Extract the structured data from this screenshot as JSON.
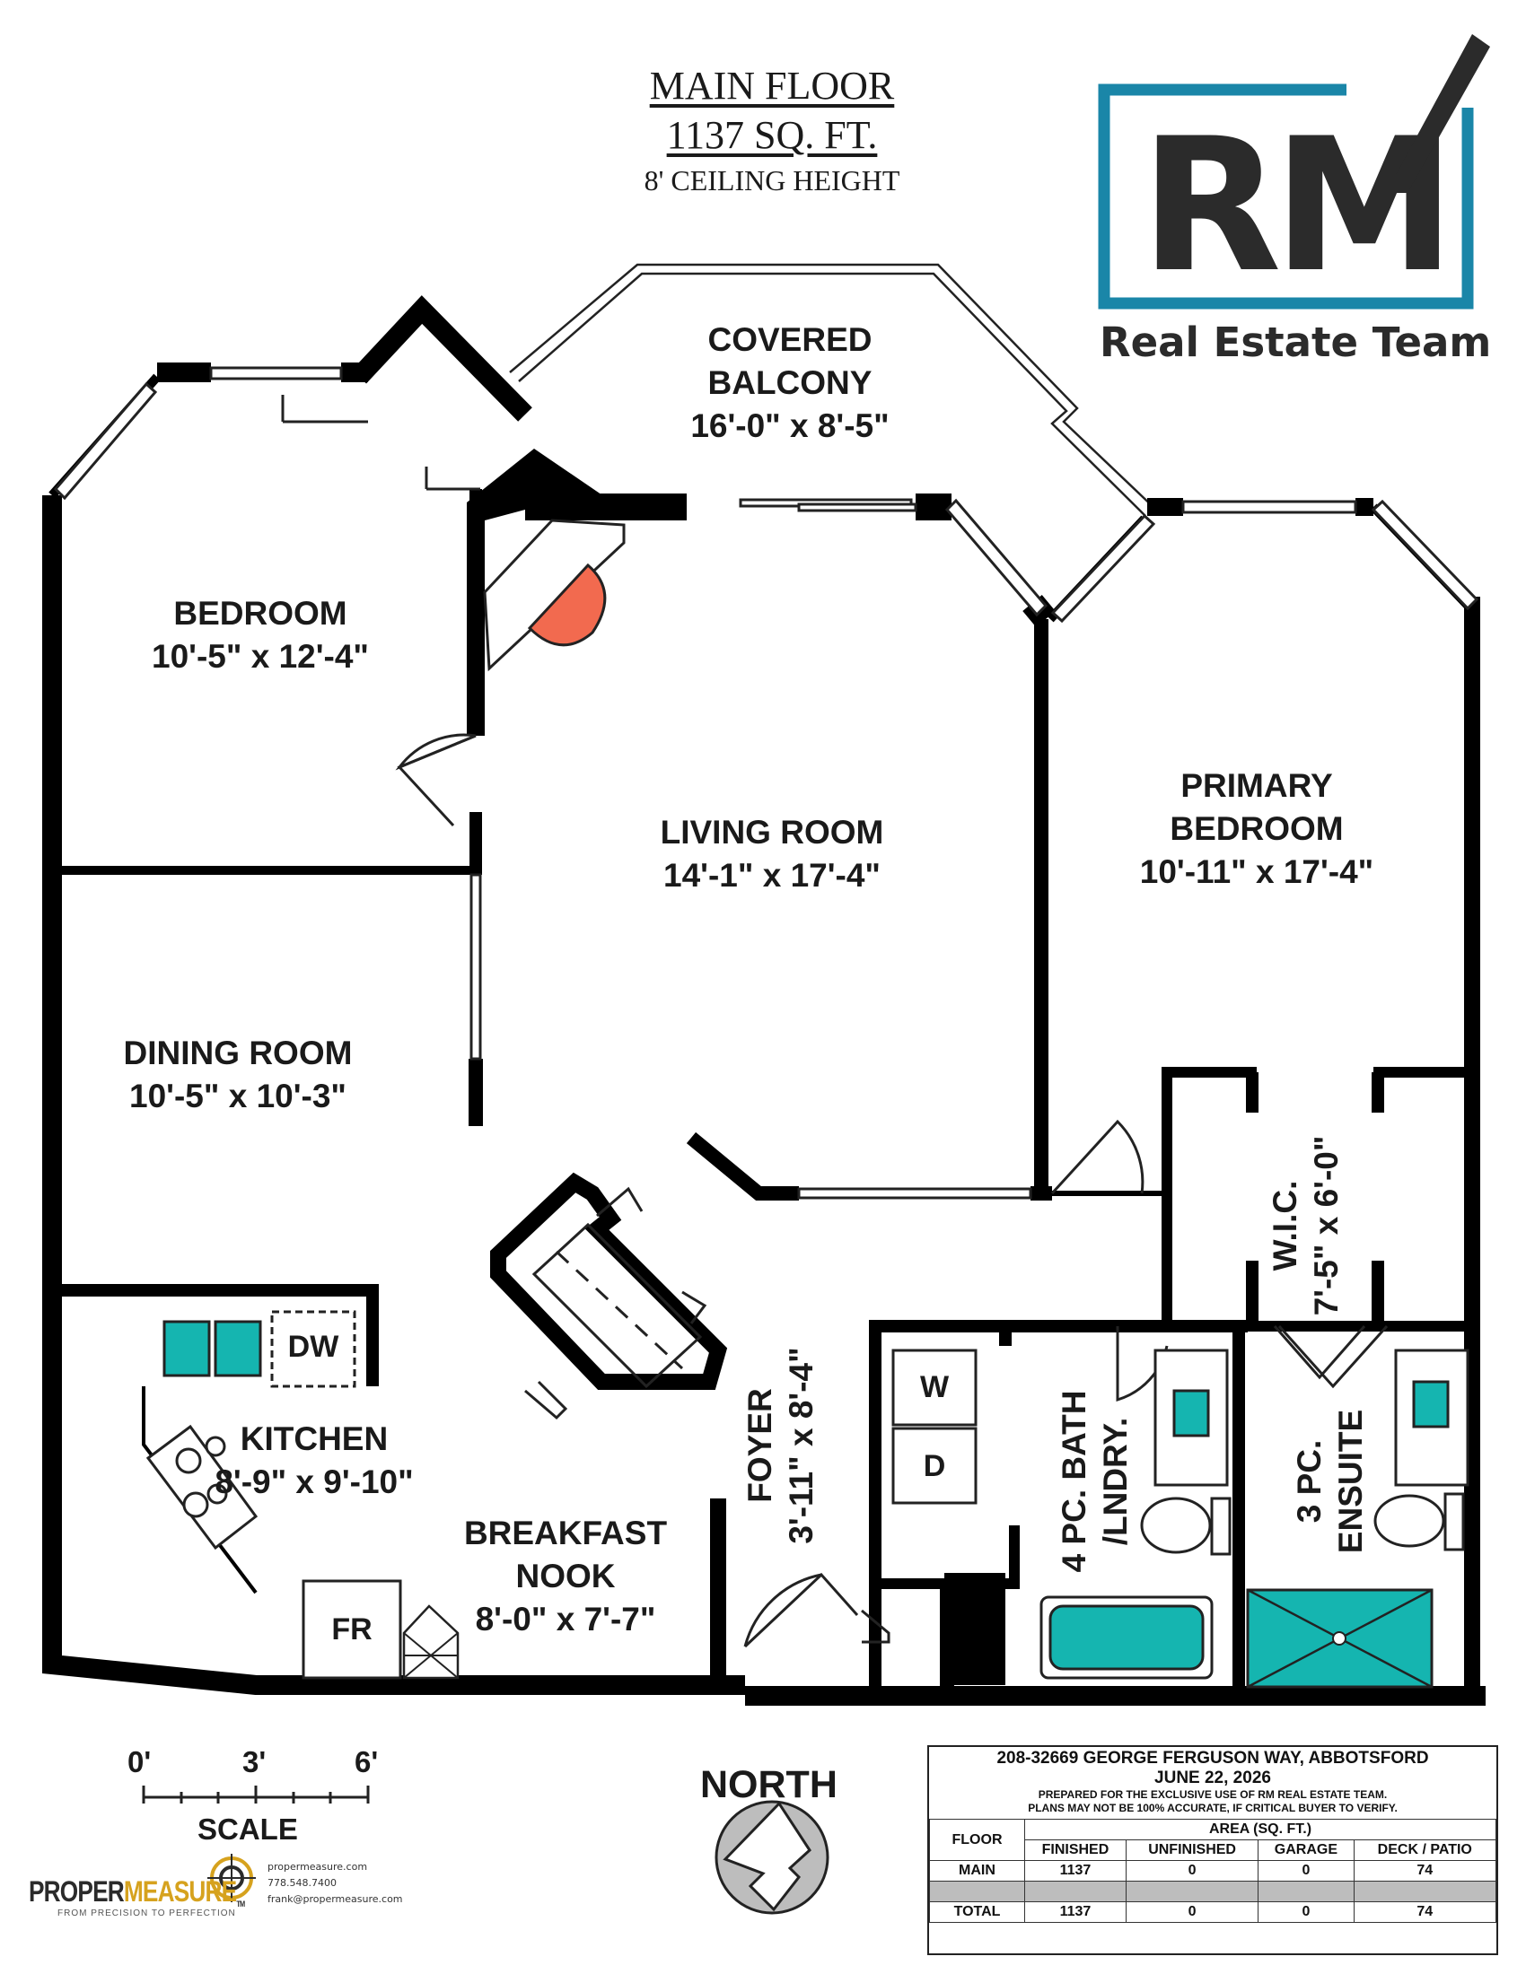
{
  "header": {
    "floor_title": "MAIN FLOOR",
    "area": "1137 SQ. FT.",
    "ceiling": "8' CEILING HEIGHT"
  },
  "brand": {
    "monogram": "RM",
    "team": "Real Estate Team",
    "accent_color": "#1a86a8",
    "text_color": "#2b2b2b"
  },
  "rooms": {
    "balcony": {
      "name1": "COVERED",
      "name2": "BALCONY",
      "dim": "16'-0\" x 8'-5\""
    },
    "bedroom": {
      "name": "BEDROOM",
      "dim": "10'-5\" x 12'-4\""
    },
    "living": {
      "name": "LIVING ROOM",
      "dim": "14'-1\" x 17'-4\""
    },
    "primary": {
      "name1": "PRIMARY",
      "name2": "BEDROOM",
      "dim": "10'-11\" x 17'-4\""
    },
    "dining": {
      "name": "DINING ROOM",
      "dim": "10'-5\" x 10'-3\""
    },
    "wic": {
      "name": "W.I.C.",
      "dim": "7'-5\" x 6'-0\""
    },
    "kitchen": {
      "name": "KITCHEN",
      "dim": "8'-9\" x 9'-10\""
    },
    "nook": {
      "name1": "BREAKFAST",
      "name2": "NOOK",
      "dim": "8'-0\" x 7'-7\""
    },
    "foyer": {
      "name": "FOYER",
      "dim": "3'-11\" x 8'-4\""
    },
    "bath": {
      "name1": "4 PC. BATH",
      "name2": "/LNDRY."
    },
    "ensuite": {
      "name1": "3 PC.",
      "name2": "ENSUITE"
    }
  },
  "fixtures": {
    "dishwasher": "DW",
    "fridge": "FR",
    "washer": "W",
    "dryer": "D",
    "fixture_color": "#15b5b0",
    "fireplace_color": "#f26a4f"
  },
  "scale": {
    "ticks": [
      "0'",
      "3'",
      "6'"
    ],
    "label": "SCALE"
  },
  "compass": {
    "label": "NORTH"
  },
  "info_block": {
    "address": "208-32669 GEORGE FERGUSON WAY, ABBOTSFORD",
    "date": "JUNE 22, 2026",
    "note1": "PREPARED FOR THE EXCLUSIVE USE OF RM REAL ESTATE TEAM.",
    "note2": "PLANS MAY NOT BE 100% ACCURATE, IF CRITICAL BUYER TO VERIFY.",
    "col_floor": "FLOOR",
    "col_area": "AREA (SQ. FT.)",
    "cols": [
      "FINISHED",
      "UNFINISHED",
      "GARAGE",
      "DECK / PATIO"
    ],
    "rows": [
      {
        "floor": "MAIN",
        "values": [
          "1137",
          "0",
          "0",
          "74"
        ]
      },
      {
        "floor": "TOTAL",
        "values": [
          "1137",
          "0",
          "0",
          "74"
        ]
      }
    ]
  },
  "footer": {
    "logo_a": "PROPER",
    "logo_b": "MEASURE",
    "tm": "TM",
    "tagline": "FROM PRECISION TO PERFECTION",
    "website": "propermeasure.com",
    "phone": "778.548.7400",
    "email": "frank@propermeasure.com",
    "logo_accent": "#d6a21e"
  }
}
